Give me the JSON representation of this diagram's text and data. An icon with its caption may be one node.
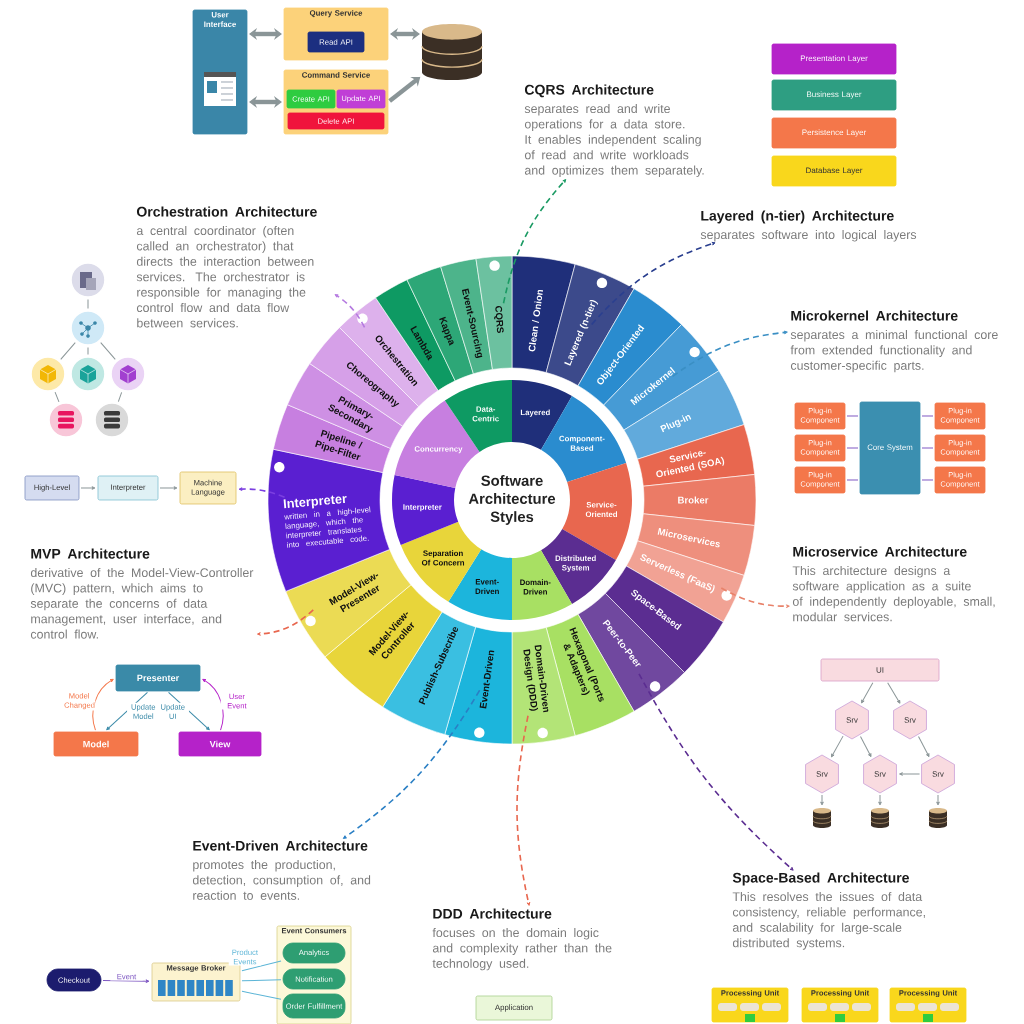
{
  "diagram": {
    "nodes": [
      {
        "text": [
          "User Interface"
        ]
      },
      {
        "text": [
          "Query Service"
        ]
      },
      {
        "text": [
          "Read API"
        ],
        "in": 1
      },
      {
        "text": [
          "Command Service"
        ]
      },
      {
        "text": [
          "Create API"
        ],
        "in": 3
      },
      {
        "text": [
          "Update API"
        ],
        "in": 3
      },
      {
        "text": [
          "Delete API"
        ],
        "in": 3
      },
      {
        "text": [],
        "shape": "cylinder"
      },
      {
        "text": [
          "Presentation Layer"
        ]
      },
      {
        "text": [
          "Business Layer"
        ]
      },
      {
        "text": [
          "Persistence Layer"
        ]
      },
      {
        "text": [
          "Database Layer"
        ]
      },
      {
        "text": [
          "CQRS Architecture",
          "separates read and write operations for a data store. It enables independent scaling of read and write workloads and optimizes them separately."
        ]
      },
      {
        "text": [
          "Orchestration Architecture",
          "a central coordinator (often called an orchestrator) that directs the interaction between services. The orchestrator is responsible for managing the control flow and data flow between services."
        ]
      },
      {
        "text": [
          "Layered (n-tier) Architecture",
          "separates software into logical layers"
        ]
      },
      {
        "text": [],
        "shape": "circle"
      },
      {
        "text": [],
        "shape": "circle"
      },
      {
        "text": [],
        "shape": "circle"
      },
      {
        "text": [],
        "shape": "circle"
      },
      {
        "text": [],
        "shape": "circle"
      },
      {
        "text": [],
        "shape": "circle"
      },
      {
        "text": [],
        "shape": "circle"
      },
      {
        "text": [
          "Microkernel Architecture",
          "separates a minimal functional core from extended functionality and customer-specific parts."
        ]
      },
      {
        "text": [
          "Plug-in Component"
        ]
      },
      {
        "text": [
          "Plug-in Component"
        ]
      },
      {
        "text": [
          "Plug-in Component"
        ]
      },
      {
        "text": [
          "Core System"
        ]
      },
      {
        "text": [
          "Plug-in Component"
        ]
      },
      {
        "text": [
          "Plug-in Component"
        ]
      },
      {
        "text": [
          "Plug-in Component"
        ]
      },
      {
        "text": [
          "High-Level"
        ]
      },
      {
        "text": [
          "Interpreter"
        ]
      },
      {
        "text": [
          "Machine Language"
        ]
      },
      {
        "text": [
          "MVP Architecture",
          "derivative of the Model-View-Controller (MVC) pattern, which aims to separate the concerns of data management, user interface, and control flow."
        ]
      },
      {
        "text": [
          "Presenter"
        ]
      },
      {
        "text": [
          "Model"
        ]
      },
      {
        "text": [
          "View"
        ]
      },
      {
        "text": [
          "Microservice Architecture",
          "This architecture designs a software application as a suite of independently deployable, small, modular services."
        ]
      },
      {
        "text": [
          "UI"
        ]
      },
      {
        "text": [
          "Srv"
        ]
      },
      {
        "text": [
          "Srv"
        ]
      },
      {
        "text": [
          "Srv"
        ]
      },
      {
        "text": [
          "Srv"
        ]
      },
      {
        "text": [
          "Srv"
        ]
      },
      {
        "text": [],
        "shape": "cylinder"
      },
      {
        "text": [],
        "shape": "cylinder"
      },
      {
        "text": [],
        "shape": "cylinder"
      },
      {
        "text": [
          "Event-Driven Architecture",
          "promotes the production, detection, consumption of, and reaction to events."
        ]
      },
      {
        "text": [
          "DDD Architecture",
          "focuses on the domain logic and complexity rather than the technology used."
        ]
      },
      {
        "text": [
          "Space-Based Architecture",
          "This resolves the issues of data consistency, reliable performance, and scalability for large-scale distributed systems."
        ]
      },
      {
        "text": [
          "Checkout"
        ]
      },
      {
        "text": [
          "Message Broker"
        ]
      },
      {
        "text": [
          "Event Consumers"
        ]
      },
      {
        "text": [
          "Analytics"
        ],
        "in": 52
      },
      {
        "text": [
          "Notification"
        ],
        "in": 52
      },
      {
        "text": [
          "Order Fulfillment"
        ],
        "in": 52
      },
      {
        "text": [
          "Application"
        ]
      },
      {
        "text": [
          "Processing Unit"
        ]
      },
      {
        "text": [
          "Processing Unit"
        ]
      },
      {
        "text": [
          "Processing Unit"
        ]
      },
      {
        "text": [
          "Software Architecture Styles"
        ]
      },
      {
        "text": [
          "Layered"
        ]
      },
      {
        "text": [
          "Component-Based"
        ]
      },
      {
        "text": [
          "Service-Oriented"
        ]
      },
      {
        "text": [
          "Distributed System"
        ]
      },
      {
        "text": [
          "Domain-Driven"
        ]
      },
      {
        "text": [
          "Event-Driven"
        ]
      },
      {
        "text": [
          "Separation Of Concern"
        ]
      },
      {
        "text": [
          "Interpreter"
        ]
      },
      {
        "text": [
          "Concurrency"
        ]
      },
      {
        "text": [
          "Data-Centric"
        ]
      },
      {
        "text": [
          "Clean / Onion"
        ]
      },
      {
        "text": [
          "Layered (n-tier)"
        ]
      },
      {
        "text": [
          "Object-Oriented"
        ]
      },
      {
        "text": [
          "Microkernel"
        ]
      },
      {
        "text": [
          "Plug-in"
        ]
      },
      {
        "text": [
          "Service-Oriented (SOA)"
        ]
      },
      {
        "text": [
          "Broker"
        ]
      },
      {
        "text": [
          "Microservices"
        ]
      },
      {
        "text": [
          "Serverless (FaaS)"
        ]
      },
      {
        "text": [
          "Space-Based"
        ]
      },
      {
        "text": [
          "Peer-to-Peer"
        ]
      },
      {
        "text": [
          "Hexagonal (Ports & Adapters)"
        ]
      },
      {
        "text": [
          "Domain-Driven Design (DDD)"
        ]
      },
      {
        "text": [
          "Event-Driven"
        ]
      },
      {
        "text": [
          "Publish-Subscribe"
        ]
      },
      {
        "text": [
          "Model-View-Controller"
        ]
      },
      {
        "text": [
          "Model-View-Presenter"
        ]
      },
      {
        "text": [
          "Interpreter",
          "written in a high-level language, which the interpreter translates into executable code."
        ]
      },
      {
        "text": [
          "Pipeline / Pipe-Filter"
        ]
      },
      {
        "text": [
          "Primary-Secondary"
        ]
      },
      {
        "text": [
          "Choreography"
        ]
      },
      {
        "text": [
          "Orchestration"
        ]
      },
      {
        "text": [
          "Lambda"
        ]
      },
      {
        "text": [
          "Kappa"
        ]
      },
      {
        "text": [
          "Event-Sourcing"
        ]
      },
      {
        "text": [
          "CQRS"
        ]
      }
    ],
    "edges": [
      {
        "from": 0,
        "to": 1,
        "arrow": "both",
        "style": "thick"
      },
      {
        "from": 0,
        "to": 3,
        "arrow": "both",
        "style": "thick"
      },
      {
        "from": 1,
        "to": 7,
        "arrow": "both",
        "style": "thick"
      },
      {
        "from": 3,
        "to": 7,
        "arrow": "to",
        "style": "thick"
      },
      {
        "from": 23,
        "to": 26,
        "arrow": "none",
        "color": "#7e57c2"
      },
      {
        "from": 24,
        "to": 26,
        "arrow": "none",
        "color": "#7e57c2"
      },
      {
        "from": 25,
        "to": 26,
        "arrow": "none",
        "color": "#7e57c2"
      },
      {
        "from": 26,
        "to": 27,
        "arrow": "none",
        "color": "#7e57c2"
      },
      {
        "from": 26,
        "to": 28,
        "arrow": "none",
        "color": "#7e57c2"
      },
      {
        "from": 26,
        "to": 29,
        "arrow": "none",
        "color": "#7e57c2"
      },
      {
        "from": 15,
        "to": 16,
        "arrow": "none"
      },
      {
        "from": 16,
        "to": 17,
        "arrow": "none"
      },
      {
        "from": 16,
        "to": 18,
        "arrow": "none"
      },
      {
        "from": 16,
        "to": 19,
        "arrow": "none"
      },
      {
        "from": 17,
        "to": 20,
        "arrow": "none"
      },
      {
        "from": 19,
        "to": 21,
        "arrow": "none"
      },
      {
        "from": 30,
        "to": 31,
        "arrow": "to"
      },
      {
        "from": 31,
        "to": 32,
        "arrow": "to"
      },
      {
        "from": 35,
        "to": 34,
        "arrow": "to",
        "label": "Model Changed",
        "color": "#f4774a"
      },
      {
        "from": 34,
        "to": 35,
        "arrow": "to",
        "label": "Update Model",
        "color": "#3a8aa8"
      },
      {
        "from": 34,
        "to": 36,
        "arrow": "to",
        "label": "Update UI",
        "color": "#3a8aa8"
      },
      {
        "from": 36,
        "to": 34,
        "arrow": "to",
        "label": "User Event",
        "color": "#b522c9"
      },
      {
        "from": 38,
        "to": 39,
        "arrow": "to"
      },
      {
        "from": 38,
        "to": 40,
        "arrow": "to"
      },
      {
        "from": 39,
        "to": 41,
        "arrow": "to"
      },
      {
        "from": 39,
        "to": 42,
        "arrow": "to"
      },
      {
        "from": 40,
        "to": 43,
        "arrow": "to"
      },
      {
        "from": 43,
        "to": 42,
        "arrow": "to"
      },
      {
        "from": 41,
        "to": 44,
        "arrow": "to"
      },
      {
        "from": 42,
        "to": 45,
        "arrow": "to"
      },
      {
        "from": 43,
        "to": 46,
        "arrow": "to"
      },
      {
        "from": 50,
        "to": 51,
        "arrow": "to",
        "label": "Event",
        "color": "#7e57c2"
      },
      {
        "from": 51,
        "to": 53,
        "arrow": "none",
        "label": "Product Events",
        "color": "#5ab4d6"
      },
      {
        "from": 51,
        "to": 54,
        "arrow": "none",
        "color": "#5ab4d6"
      },
      {
        "from": 51,
        "to": 55,
        "arrow": "none",
        "color": "#5ab4d6"
      },
      {
        "from": 96,
        "to": 12,
        "arrow": "to",
        "style": "dashed",
        "color": "#1a9a63"
      },
      {
        "from": 72,
        "to": 14,
        "arrow": "to",
        "style": "dashed",
        "color": "#2a3f8f"
      },
      {
        "from": 74,
        "to": 22,
        "arrow": "to",
        "style": "dashed",
        "color": "#3a8fc4"
      },
      {
        "from": 79,
        "to": 37,
        "arrow": "to",
        "style": "dashed",
        "color": "#e8826a"
      },
      {
        "from": 81,
        "to": 49,
        "arrow": "to",
        "style": "dashed",
        "color": "#5b2d91"
      },
      {
        "from": 83,
        "to": 48,
        "arrow": "to",
        "style": "dashed",
        "color": "#e8674f"
      },
      {
        "from": 84,
        "to": 47,
        "arrow": "to",
        "style": "dashed",
        "color": "#2a7fc4"
      },
      {
        "from": 87,
        "to": 33,
        "arrow": "to",
        "style": "dashed",
        "color": "#e8674f"
      },
      {
        "from": 88,
        "to": 32,
        "arrow": "to",
        "style": "dashed",
        "color": "#7b3fe0"
      },
      {
        "from": 92,
        "to": 13,
        "arrow": "to",
        "style": "dashed",
        "color": "#b57ae0"
      }
    ]
  }
}
